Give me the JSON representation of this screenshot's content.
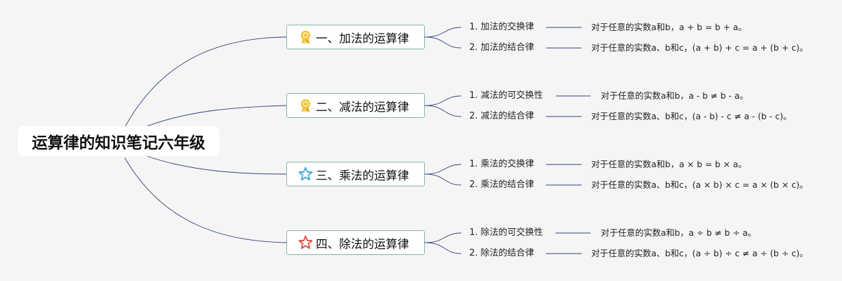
{
  "root": {
    "label": "运算律的知识笔记六年级"
  },
  "topics": [
    {
      "label": "一、加法的运算律",
      "icon": "award-ribbon-icon",
      "icon_color": "#f2c230",
      "items": [
        {
          "label": "1. 加法的交换律",
          "desc": "对于任意的实数a和b，a + b = b + a。"
        },
        {
          "label": "2. 加法的结合律",
          "desc": "对于任意的实数a、b和c，(a + b) + c = a + (b + c)。"
        }
      ]
    },
    {
      "label": "二、减法的运算律",
      "icon": "award-ribbon-icon",
      "icon_color": "#f2c230",
      "items": [
        {
          "label": "1. 减法的可交换性",
          "desc": "对于任意的实数a和b，a - b ≠ b - a。"
        },
        {
          "label": "2. 减法的结合律",
          "desc": "对于任意的实数a、b和c，(a - b) - c ≠ a - (b - c)。"
        }
      ]
    },
    {
      "label": "三、乘法的运算律",
      "icon": "star-outline-icon",
      "icon_color": "#3aa7d8",
      "items": [
        {
          "label": "1. 乘法的交换律",
          "desc": "对于任意的实数a和b，a × b = b × a。"
        },
        {
          "label": "2. 乘法的结合律",
          "desc": "对于任意的实数a、b和c，(a × b) × c = a × (b × c)。"
        }
      ]
    },
    {
      "label": "四、除法的运算律",
      "icon": "star-outline-icon",
      "icon_color": "#e8453c",
      "items": [
        {
          "label": "1. 除法的可交换性",
          "desc": "对于任意的实数a和b，a ÷ b ≠ b ÷ a。"
        },
        {
          "label": "2. 除法的结合律",
          "desc": "对于任意的实数a、b和c，(a ÷ b) ÷ c ≠ a ÷ (b ÷ c)。"
        }
      ]
    }
  ],
  "colors": {
    "line": "#2f3f7a",
    "border": "#7fb5a0",
    "background": "#f5f5f5"
  }
}
